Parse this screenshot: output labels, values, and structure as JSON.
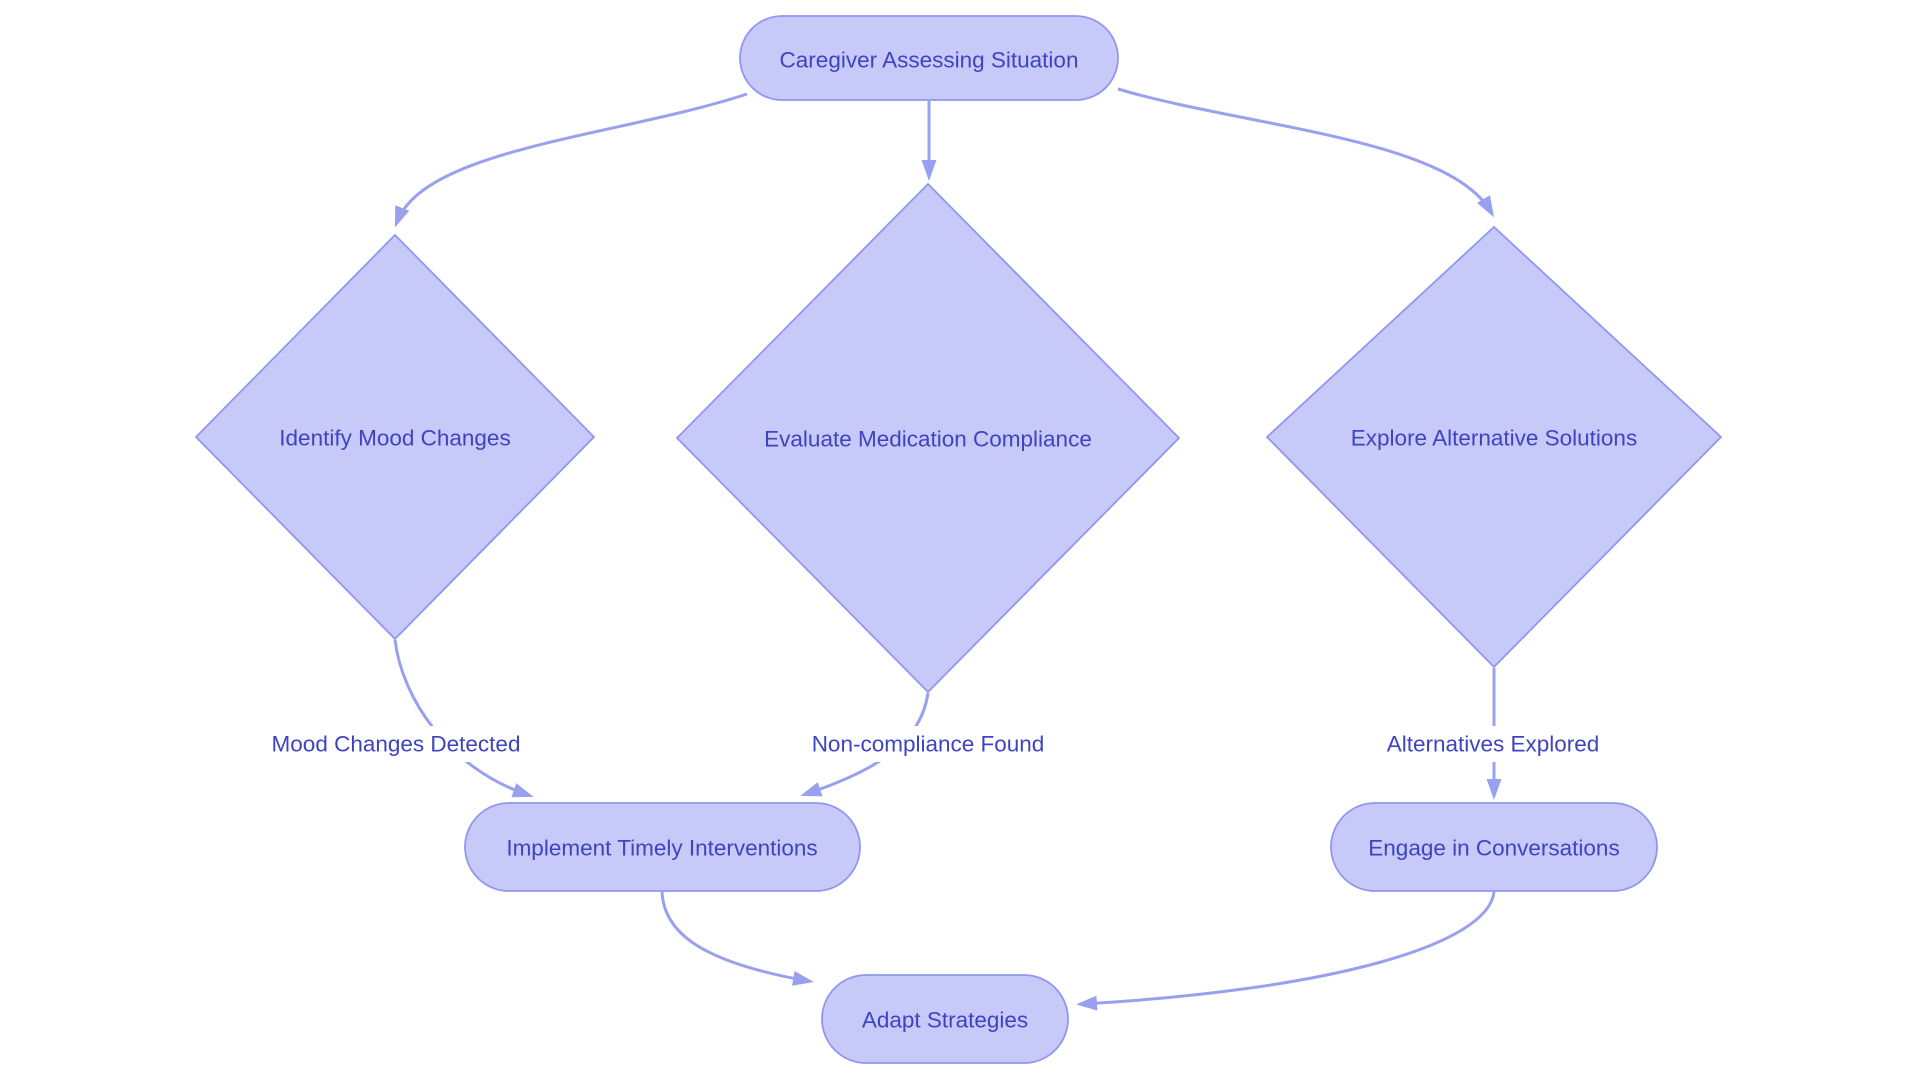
{
  "flowchart": {
    "nodes": [
      {
        "id": "caregiver-assessing-situation",
        "type": "rounded",
        "label": "Caregiver Assessing Situation"
      },
      {
        "id": "identify-mood-changes",
        "type": "diamond",
        "label": "Identify Mood Changes"
      },
      {
        "id": "evaluate-medication-compliance",
        "type": "diamond",
        "label": "Evaluate Medication Compliance"
      },
      {
        "id": "explore-alternative-solutions",
        "type": "diamond",
        "label": "Explore Alternative Solutions"
      },
      {
        "id": "implement-timely-interventions",
        "type": "rounded",
        "label": "Implement Timely Interventions"
      },
      {
        "id": "engage-in-conversations",
        "type": "rounded",
        "label": "Engage in Conversations"
      },
      {
        "id": "adapt-strategies",
        "type": "rounded",
        "label": "Adapt Strategies"
      }
    ],
    "edge_labels": [
      {
        "id": "mood-changes-detected",
        "label": "Mood Changes Detected"
      },
      {
        "id": "non-compliance-found",
        "label": "Non-compliance Found"
      },
      {
        "id": "alternatives-explored",
        "label": "Alternatives Explored"
      }
    ],
    "colors": {
      "node_fill": "#c7c9f8",
      "node_stroke": "#9097ee",
      "edge": "#9aa0f0",
      "text": "#3e44c1",
      "background": "#ffffff"
    }
  }
}
